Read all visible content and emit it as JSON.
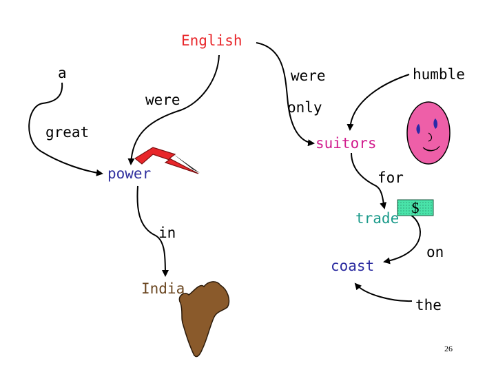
{
  "words": {
    "english": "English",
    "a": "a",
    "were_left": "were",
    "great": "great",
    "power": "power",
    "in": "in",
    "india": "India",
    "were_right": "were",
    "humble": "humble",
    "only": "only",
    "suitors": "suitors",
    "for": "for",
    "trade": "trade",
    "coast": "coast",
    "on": "on",
    "the": "the"
  },
  "dollar_label": "$",
  "slide_number": "26",
  "colors": {
    "english": "#e8262a",
    "power": "#2f2f9e",
    "suitors": "#d11a8c",
    "trade": "#1a9a8a",
    "india": "#6a4620",
    "coast": "#2a2aa0",
    "dollar_box": "#49e3a9",
    "face": "#ee5fa8",
    "lightning": "#e8262a",
    "india_map": "#8a5a2b"
  },
  "icons": [
    "lightning-bolt-icon",
    "dollar-icon",
    "face-icon",
    "india-map-icon"
  ]
}
